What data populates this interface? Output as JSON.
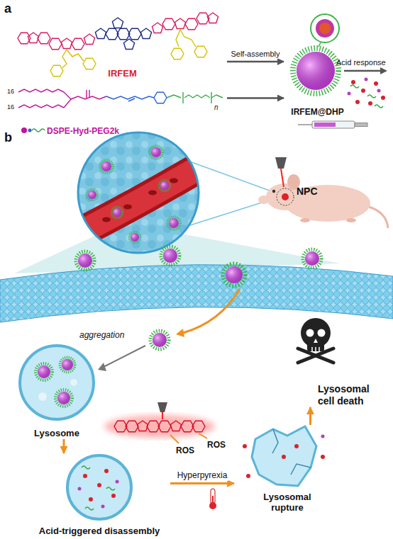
{
  "diagram": {
    "nodes": [
      {
        "text": [
          "IRFEM"
        ]
      },
      {
        "text": [
          "DSPE-Hyd-PEG2k"
        ]
      },
      {
        "text": [
          "IRFEM@DHP"
        ]
      },
      {
        "text": [
          "Lysosome"
        ]
      },
      {
        "text": [
          "Acid-triggered disassembly"
        ]
      },
      {
        "text": [
          "Lysosomal rupture"
        ]
      },
      {
        "text": [
          "Lysosomal cell death"
        ]
      }
    ],
    "edges": [
      {
        "from": 0,
        "to": 2,
        "arrow": "to",
        "label": "Self-assembly"
      },
      {
        "from": 1,
        "to": 2,
        "arrow": "to"
      },
      {
        "from": 3,
        "to": 4,
        "arrow": "to"
      },
      {
        "from": 4,
        "to": 5,
        "arrow": "to",
        "label": "Hyperpyrexia"
      },
      {
        "from": 5,
        "to": 6,
        "arrow": "to"
      }
    ],
    "labels": [
      "a",
      "b",
      "Acid response",
      "NPC",
      "aggregation",
      "ROS",
      "ROS",
      "16",
      "16",
      "n"
    ]
  }
}
